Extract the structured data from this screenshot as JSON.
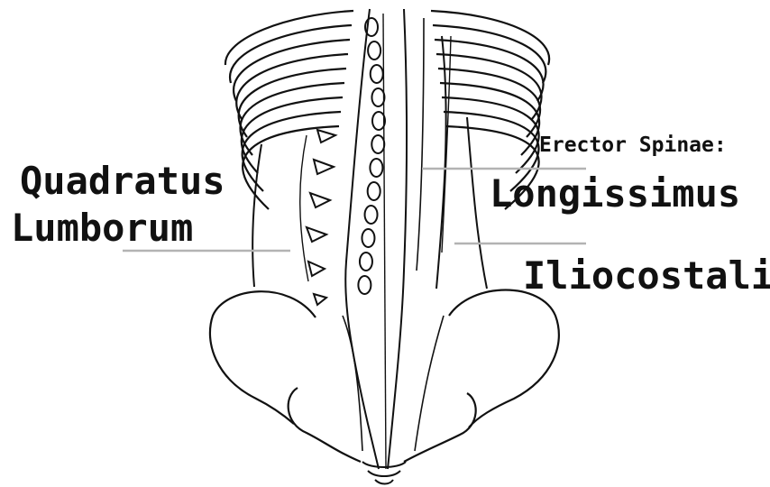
{
  "labels": {
    "quadratus_line1": "Quadratus",
    "quadratus_line2": "Lumborum",
    "erector_heading": "Erector Spinae:",
    "longissimus": "Longissimus",
    "iliocostalis": "Iliocostalis"
  },
  "colors": {
    "outline": "#111111",
    "leader_line": "#b3b3b3",
    "background": "#ffffff"
  }
}
